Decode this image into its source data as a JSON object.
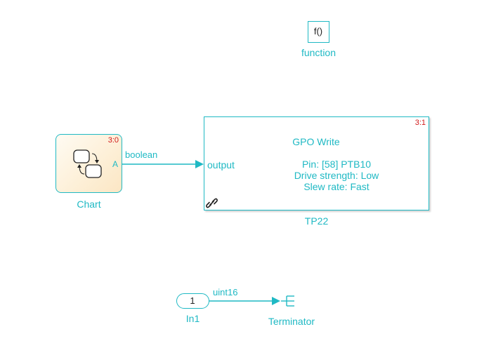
{
  "colors": {
    "block": "#1fb9c4",
    "signal": "#1fb9c4",
    "chart_fill": "#fdefd6",
    "sample_time": "#d11a1a",
    "background": "#ffffff"
  },
  "function_block": {
    "icon_text": "f()",
    "name": "function",
    "icon": "function-icon"
  },
  "chart_block": {
    "name": "Chart",
    "sample_time": "3:0",
    "port_label": "A",
    "icon": "stateflow-chart-icon"
  },
  "signal_boolean": {
    "label": "boolean"
  },
  "gpo_block": {
    "name": "TP22",
    "title": "GPO Write",
    "pin": "Pin: [58] PTB10",
    "drive": "Drive strength: Low",
    "slew": "Slew rate: Fast",
    "port_label": "output",
    "sample_time": "3:1",
    "icon": "library-link-icon"
  },
  "inport_block": {
    "number": "1",
    "name": "In1"
  },
  "signal_uint16": {
    "label": "uint16"
  },
  "terminator_block": {
    "name": "Terminator",
    "icon": "terminator-icon"
  }
}
